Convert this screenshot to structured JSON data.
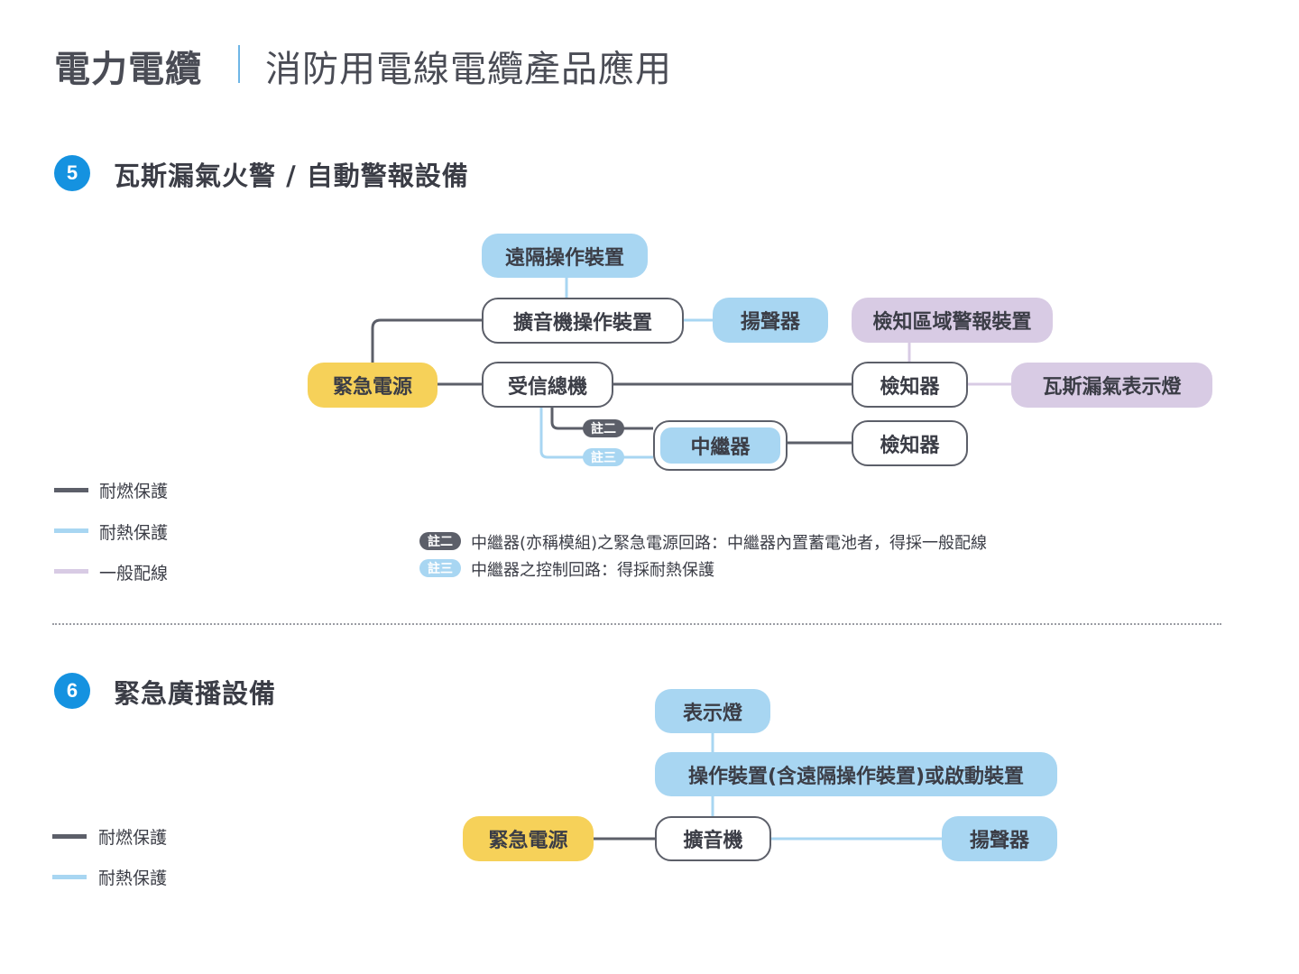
{
  "header": {
    "title": "電力電纜",
    "subtitle": "消防用電線電纜產品應用"
  },
  "section5": {
    "number": "5",
    "title": "瓦斯漏氣火警 / 自動警報設備",
    "nodes": {
      "remote": "遠隔操作裝置",
      "amp_op": "擴音機操作裝置",
      "speaker": "揚聲器",
      "zone_alarm": "檢知區域警報裝置",
      "power": "緊急電源",
      "receiver": "受信總機",
      "detector1": "檢知器",
      "gas_lamp": "瓦斯漏氣表示燈",
      "relay": "中繼器",
      "detector2": "檢知器"
    },
    "tags": {
      "note2": "註二",
      "note3": "註三"
    },
    "legend": [
      {
        "label": "耐燃保護",
        "color": "#5c5f69"
      },
      {
        "label": "耐熱保護",
        "color": "#a8d6f2"
      },
      {
        "label": "一般配線",
        "color": "#d8cbe4"
      }
    ],
    "notes": [
      {
        "tag": "註二",
        "text": "中繼器(亦稱模組)之緊急電源回路：中繼器內置蓄電池者，得採一般配線"
      },
      {
        "tag": "註三",
        "text": "中繼器之控制回路：得採耐熱保護"
      }
    ]
  },
  "section6": {
    "number": "6",
    "title": "緊急廣播設備",
    "nodes": {
      "lamp": "表示燈",
      "op": "操作裝置(含遠隔操作裝置)或啟動裝置",
      "power": "緊急電源",
      "amp": "擴音機",
      "speaker": "揚聲器"
    },
    "legend": [
      {
        "label": "耐燃保護",
        "color": "#5c5f69"
      },
      {
        "label": "耐熱保護",
        "color": "#a8d6f2"
      }
    ]
  },
  "colors": {
    "fire_resistant": "#5c5f69",
    "heat_resistant": "#a8d6f2",
    "general": "#d8cbe4",
    "power": "#f6d159",
    "accent": "#1592e0"
  }
}
